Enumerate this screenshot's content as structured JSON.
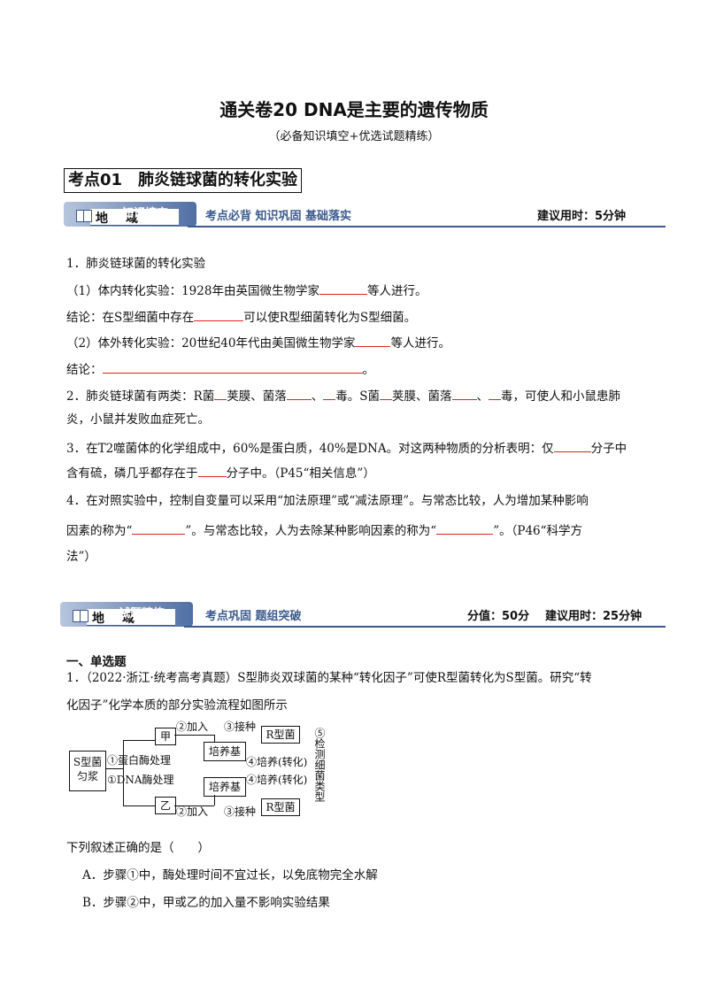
{
  "title": "通关卷20 DNA是主要的遗传物质",
  "subtitle": "（必备知识填空+优选试题精练）",
  "kaodian": "考点01　肺炎链球菌的转化实验",
  "banner1": {
    "pill": "知识填空",
    "di": "地",
    "yu": "域",
    "slogan": "考点必背  知识巩固  基础落实",
    "right": "建议用时：5分钟"
  },
  "banner2": {
    "pill": "试题精练",
    "di": "地",
    "yu": "域",
    "slogan": "考点巩固  题组突破",
    "score": "分值：50分",
    "right": "建议用时：25分钟"
  },
  "q1": {
    "heading": "1．肺炎链球菌的转化实验",
    "l1a": "（1）体内转化实验：1928年由英国微生物学家",
    "l1b": "等人进行。",
    "l2a": "结论：在S型细菌中存在",
    "l2b": "可以使R型细菌转化为S型细菌。",
    "l3a": "（2）体外转化实验：20世纪40年代由美国微生物学家",
    "l3b": "等人进行。",
    "l4a": "结论：",
    "l4b": "。"
  },
  "q2": {
    "a": "2．肺炎链球菌有两类：R菌",
    "b": "荚膜、菌落",
    "c": "、",
    "d": "毒。S菌",
    "e": "荚膜、菌落",
    "f": "、",
    "g": "毒，可使人和小鼠患肺",
    "h": "炎，小鼠并发败血症死亡。"
  },
  "q3": {
    "a": "3．在T2噬菌体的化学组成中，60%是蛋白质，40%是DNA。对这两种物质的分析表明：仅",
    "b": "分子中",
    "c": "含有硫，磷几乎都存在于",
    "d": "分子中。（P45“相关信息”）"
  },
  "q4": {
    "a": "4．在对照实验中，控制自变量可以采用“加法原理”或“减法原理”。与常态比较，人为增加某种影响",
    "b": "因素的称为“",
    "c": "”。与常态比较，人为去除某种影响因素的称为“",
    "d": "”。（P46“科学方",
    "e": "法”）"
  },
  "section": "一、单选题",
  "question1": {
    "l1": "1．（2022·浙江·统考高考真题）S型肺炎双球菌的某种“转化因子”可使R型菌转化为S型菌。研究“转",
    "l2": "化因子”化学本质的部分实验流程如图所示",
    "prompt": "下列叙述正确的是（　　）",
    "optA": "A．步骤①中，酶处理时间不宜过长，以免底物完全水解",
    "optB": "B．步骤②中，甲或乙的加入量不影响实验结果"
  },
  "diagram": {
    "s_box": "S型菌匀浆",
    "s_box_l1": "S型菌",
    "s_box_l2": "匀浆",
    "jia": "甲",
    "yi": "乙",
    "step1a": "①蛋白酶处理",
    "step1b": "①DNA酶处理",
    "add_top": "②加入",
    "add_bot": "②加入",
    "medium_top": "培养基",
    "medium_bot": "培养基",
    "inoc_top": "③接种",
    "inoc_bot": "③接种",
    "r_top": "R型菌",
    "r_bot": "R型菌",
    "culture_top": "④培养(转化)",
    "culture_bot": "④培养(转化)",
    "step5": "⑤检测细菌类型"
  }
}
